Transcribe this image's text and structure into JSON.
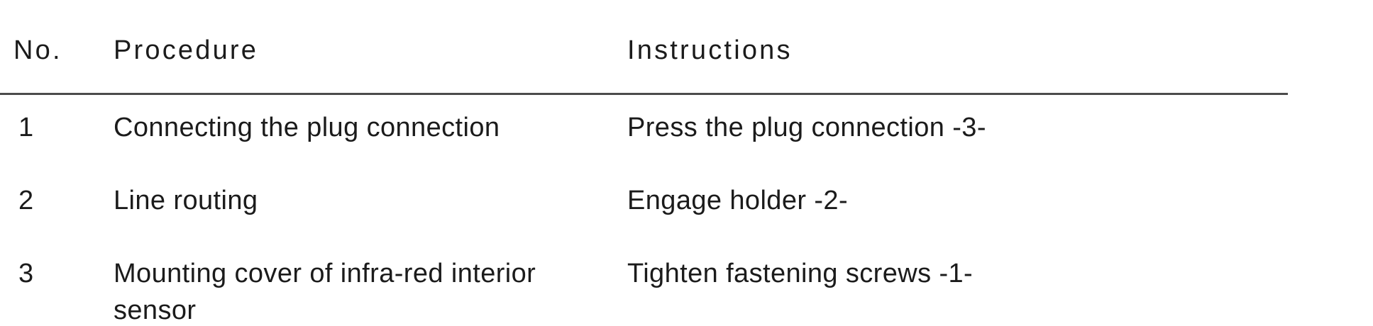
{
  "page": {
    "background_color": "#ffffff",
    "text_color": "#1b1b1b",
    "rule_color": "#4b4b4b"
  },
  "table": {
    "columns": [
      "No.",
      "Procedure",
      "Instructions"
    ],
    "rows": [
      {
        "no": "1",
        "procedure": "Connecting the plug connection",
        "instructions": "Press the plug connection -3-"
      },
      {
        "no": "2",
        "procedure": "Line routing",
        "instructions": "Engage holder -2-"
      },
      {
        "no": "3",
        "procedure": "Mounting cover of infra-red interior sensor",
        "instructions": "Tighten fastening screws -1-"
      }
    ]
  }
}
